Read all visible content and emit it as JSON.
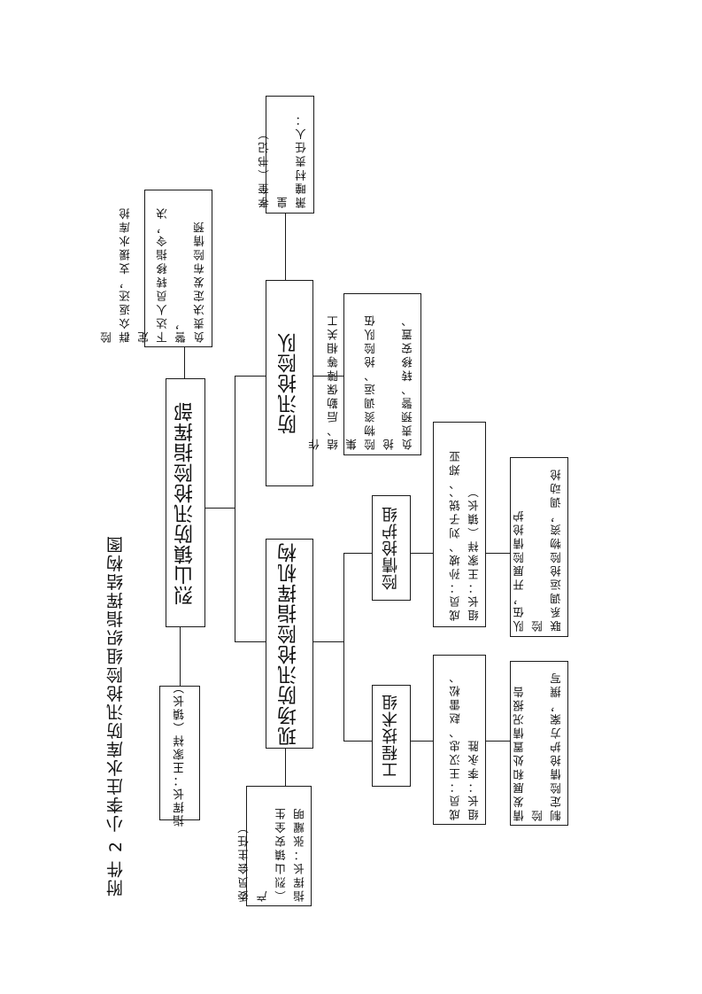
{
  "caption": "附件 2   小李庄水库防汛抢险组织指挥结构图",
  "hq": {
    "title": "烈山镇防汛抢险指挥部",
    "commander": "指挥长：王家祥（镇长）",
    "duties": [
      "负责决定发布险情预警，",
      "下达人员转移指令，决定",
      "群众返还，支援水库抢险"
    ]
  },
  "team": {
    "title": "防汛抢险队",
    "responsible": [
      "萧疃村责任人：皇",
      "孝奎（书记）"
    ],
    "duties": [
      "负责预警、转移安置、抢",
      "险物资调运、抢险队伍集",
      "结、后勤保障等相关工作"
    ]
  },
  "site": {
    "title": "现场防汛抢险指挥机构",
    "commander": [
      "指挥长：张耀明",
      "（烈山镇安全生产",
      "委员会主任）"
    ]
  },
  "rescue_group": {
    "title": "险情抢护组",
    "members": [
      "组长：王家祥（镇长）",
      "成员：孙坡、刘子锐、、郑亚"
    ],
    "duties": [
      "联系调运抢险物资，调动抢险",
      "队伍，开展险情抢护"
    ]
  },
  "tech_group": {
    "title": "工程技术组",
    "members": [
      "组长：李永胜",
      "成员：王汉忠、赵雷松、"
    ],
    "duties": [
      "制定险情抢护方案，撰写险",
      "情发展和处置情况报告"
    ]
  }
}
